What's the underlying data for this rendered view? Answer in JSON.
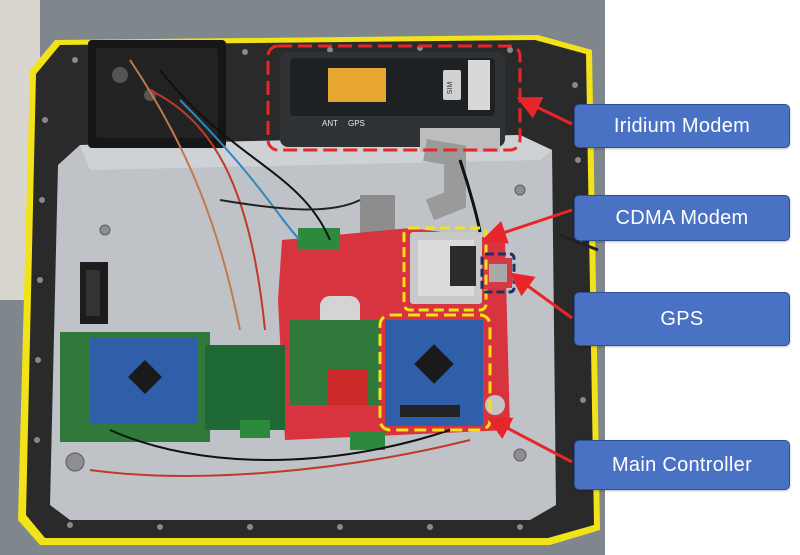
{
  "labels": {
    "iridium": "Iridium Modem",
    "cdma": "CDMA Modem",
    "gps": "GPS",
    "main": "Main Controller"
  },
  "device_prints": {
    "ant": "ANT",
    "gps": "GPS",
    "sim": "SIM"
  },
  "colors": {
    "callout_fill": "#4a72c4",
    "arrow": "#e8262a",
    "highlight_red": "#e8262a",
    "highlight_yellow": "#f2e21a",
    "highlight_navy": "#1e2f66",
    "pcb_red": "#d8343f",
    "pcb_blue": "#2e5fa8",
    "pcb_green": "#2f7a3a",
    "plate": "#bfc3c8",
    "frame": "#2a2a2a"
  }
}
